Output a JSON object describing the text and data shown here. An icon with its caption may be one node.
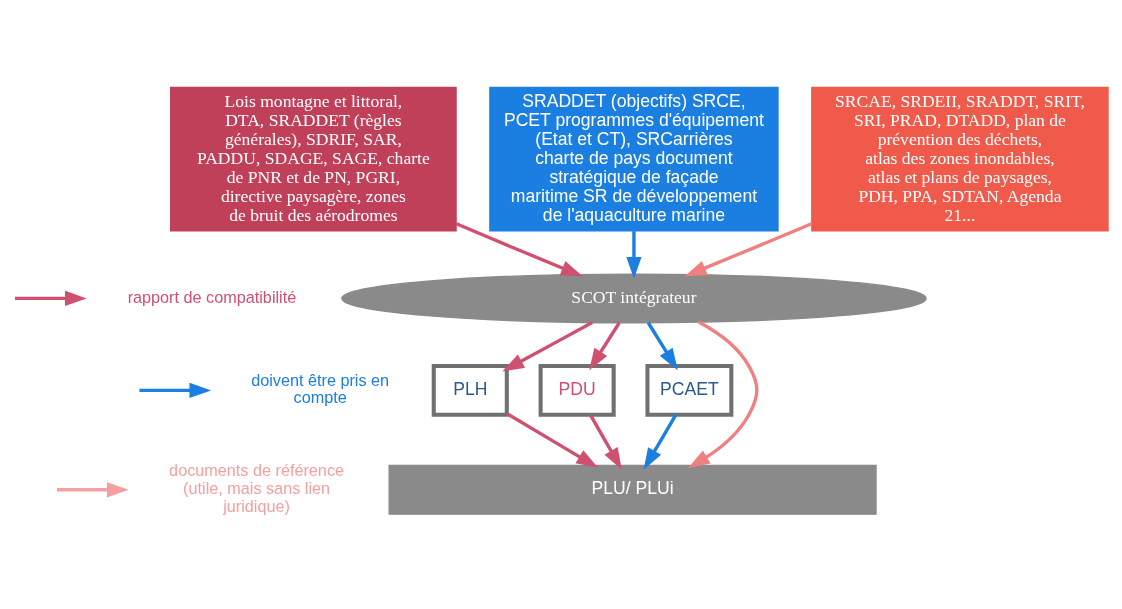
{
  "diagram": {
    "nodes": [
      {
        "text": [
          "Lois montagne et littoral, DTA, SRADDET (règles générales), SDRIF, SAR, PADDU, SDAGE, SAGE, charte de PNR et de PN, PGRI, directive paysagère, zones de bruit des aérodromes"
        ]
      },
      {
        "text": [
          "SRADDET (objectifs) SRCE, PCET programmes d'équipement (Etat et CT), SRCarrières charte de pays document stratégique de façade maritime SR de développement de l'aquaculture marine"
        ]
      },
      {
        "text": [
          "SRCAE, SRDEII, SRADDT, SRIT, SRI, PRAD, DTADD, plan de prévention des déchets, atlas des zones inondables, atlas et plans de paysages, PDH, PPA, SDTAN, Agenda 21..."
        ]
      },
      {
        "text": [
          "SCOT intégrateur"
        ]
      },
      {
        "text": [
          "PLH"
        ]
      },
      {
        "text": [
          "PDU"
        ]
      },
      {
        "text": [
          "PCAET"
        ]
      },
      {
        "text": [
          "PLU/ PLUi"
        ]
      }
    ],
    "edges": [
      {
        "from": 0,
        "to": 3,
        "arrow": "to"
      },
      {
        "from": 1,
        "to": 3,
        "arrow": "to",
        "color": "#1a7fe0"
      },
      {
        "from": 2,
        "to": 3,
        "arrow": "to",
        "color": "#f08080"
      },
      {
        "from": 3,
        "to": 4,
        "arrow": "to"
      },
      {
        "from": 3,
        "to": 5,
        "arrow": "to"
      },
      {
        "from": 3,
        "to": 7,
        "arrow": "to",
        "color": "#f08080"
      },
      {
        "from": 3,
        "to": 6,
        "arrow": "to",
        "color": "#1a7fe0"
      },
      {
        "from": 4,
        "to": 7,
        "arrow": "to"
      },
      {
        "from": 5,
        "to": 7,
        "arrow": "to"
      },
      {
        "from": 6,
        "to": 7,
        "arrow": "to",
        "color": "#1a7fe0"
      }
    ],
    "legend": [
      {
        "text": "rapport de compatibilité"
      },
      {
        "text": "doivent être pris en compte"
      },
      {
        "text": "documents de référence (utile, mais sans lien juridique)"
      }
    ]
  }
}
